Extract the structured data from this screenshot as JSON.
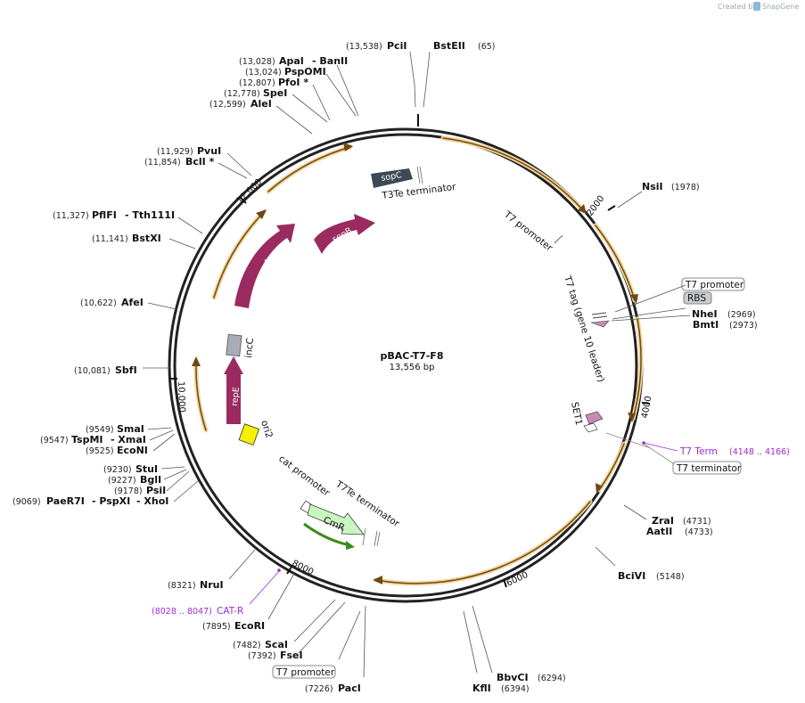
{
  "plasmid": {
    "name": "pBAC-T7-F8",
    "length": "13,556 bp"
  },
  "credit": {
    "text": "Created by",
    "brand": "SnapGene",
    "icon": "snapgene-logo-icon"
  },
  "ticks": [
    "2000",
    "4000",
    "6000",
    "8000",
    "10,000",
    "12,000"
  ],
  "sites": {
    "pcii": {
      "pos": "(13,538)",
      "name": "PciI"
    },
    "bsteii": {
      "name": "BstEII",
      "pos": "(65)"
    },
    "apai": {
      "pos": "(13,028)",
      "name": "ApaI",
      "name2": "- BanII"
    },
    "pspomi": {
      "pos": "(13,024)",
      "name": "PspOMI"
    },
    "pfoi": {
      "pos": "(12,807)",
      "name": "PfoI *"
    },
    "spei": {
      "pos": "(12,778)",
      "name": "SpeI"
    },
    "alei": {
      "pos": "(12,599)",
      "name": "AleI"
    },
    "pvui": {
      "pos": "(11,929)",
      "name": "PvuI"
    },
    "bcli": {
      "pos": "(11,854)",
      "name": "BclI *"
    },
    "pflfi": {
      "pos": "(11,327)",
      "name": "PflFI",
      "name2": "- Tth111I"
    },
    "bstxi": {
      "pos": "(11,141)",
      "name": "BstXI"
    },
    "afei": {
      "pos": "(10,622)",
      "name": "AfeI"
    },
    "sbfi": {
      "pos": "(10,081)",
      "name": "SbfI"
    },
    "smai": {
      "pos": "(9549)",
      "name": "SmaI"
    },
    "tspmi": {
      "pos": "(9547)",
      "name": "TspMI",
      "name2": "- XmaI"
    },
    "econi": {
      "pos": "(9525)",
      "name": "EcoNI"
    },
    "stui": {
      "pos": "(9230)",
      "name": "StuI"
    },
    "bgli": {
      "pos": "(9227)",
      "name": "BglI"
    },
    "psii": {
      "pos": "(9178)",
      "name": "PsiI"
    },
    "paer7i": {
      "pos": "(9069)",
      "name": "PaeR7I",
      "name2": "- PspXI",
      "name3": "- XhoI"
    },
    "nrui": {
      "pos": "(8321)",
      "name": "NruI"
    },
    "ecori": {
      "pos": "(7895)",
      "name": "EcoRI"
    },
    "scai": {
      "pos": "(7482)",
      "name": "ScaI"
    },
    "fsei": {
      "pos": "(7392)",
      "name": "FseI"
    },
    "paci": {
      "pos": "(7226)",
      "name": "PacI"
    },
    "kfli": {
      "name": "KflI",
      "pos": "(6394)"
    },
    "bbvci": {
      "name": "BbvCI",
      "pos": "(6294)"
    },
    "bcivi": {
      "name": "BciVI",
      "pos": "(5148)"
    },
    "zrai": {
      "name": "ZraI",
      "pos": "(4731)"
    },
    "aatii": {
      "name": "AatII",
      "pos": "(4733)"
    },
    "nsii": {
      "name": "NsiI",
      "pos": "(1978)"
    },
    "nhei": {
      "name": "NheI",
      "pos": "(2969)"
    },
    "bmti": {
      "name": "BmtI",
      "pos": "(2973)"
    }
  },
  "callouts": {
    "t7_term": {
      "name": "T7 Term",
      "pos": "(4148 .. 4166)",
      "color": "#a22bd0"
    },
    "cat_r": {
      "pos": "(8028 .. 8047)",
      "name": "CAT-R",
      "color": "#a22bd0"
    },
    "t7_promoter_top": "T7 promoter",
    "rbs": "RBS",
    "t7_terminator": "T7 terminator",
    "t7_promoter_bottom": "T7 promoter"
  },
  "features": {
    "sopc": "sopC",
    "sopb": "sopB",
    "sopa": "sopA",
    "repe": "repE",
    "incc": "incC",
    "ori2": "ori2",
    "cmr": "CmR",
    "t3te_terminator": "T3Te terminator",
    "t7_promoter_inner": "T7 promoter",
    "t7_tag": "T7 tag (gene 10 leader)",
    "set1": "SET1",
    "cat_promoter": "cat promoter",
    "t7te_terminator": "T7Te terminator"
  },
  "colors": {
    "backbone": "#222222",
    "sop_repe": "#9b2a60",
    "sopc": "#3d4a55",
    "incc": "#a7adb4",
    "ori2": "#f5f200",
    "cmr_fill": "#c8f5c0",
    "cmr_line": "#3a8c1a",
    "orf_arrow": "#e7b23a",
    "set1": "#c78ab0"
  }
}
